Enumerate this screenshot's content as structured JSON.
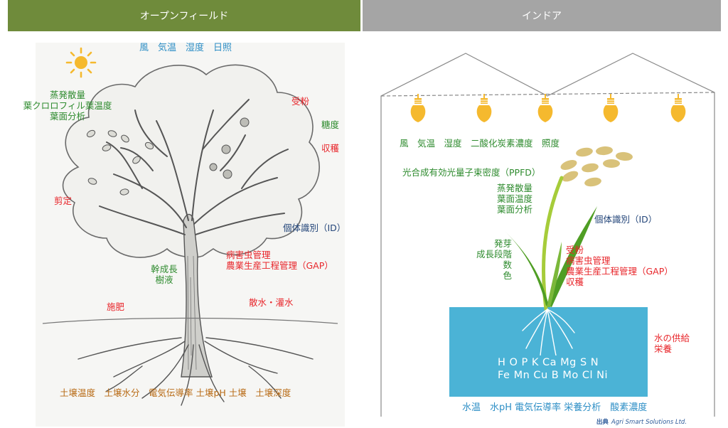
{
  "headers": {
    "outdoor": "オープンフィールド",
    "indoor": "インドア"
  },
  "outdoor": {
    "weather": "風　気温　湿度　日照",
    "leaf": [
      "蒸発散量",
      "葉クロロフィル葉温度",
      "葉面分析"
    ],
    "pollination": "受粉",
    "sugar": "糖度",
    "harvest": "収穫",
    "pruning": "剪定",
    "individual_id": "個体識別（ID）",
    "pest": [
      "病害虫管理",
      "農業生産工程管理（GAP）"
    ],
    "trunk": [
      "幹成長",
      "樹液"
    ],
    "fertilizer": "施肥",
    "irrigation": "散水・灌水",
    "soil": "土壌温度　土壌水分　電気伝導率 土壌pH 土壌　土壌深度"
  },
  "indoor": {
    "climate": "風　気温　湿度　二酸化炭素濃度　照度",
    "ppfd": "光合成有効光量子束密度（PPFD）",
    "leaf": [
      "蒸発散量",
      "葉面温度",
      "葉面分析"
    ],
    "individual_id": "個体識別（ID）",
    "growth": [
      "発芽",
      "成長段階",
      "数",
      "色"
    ],
    "management": [
      "受粉",
      "病害虫管理",
      "農業生産工程管理（GAP）",
      "収穫"
    ],
    "water_supply": [
      "水の供給",
      "栄養"
    ],
    "nutrients_line1": "H O P K Ca Mg S N",
    "nutrients_line2": "Fe Mn Cu B Mo Cl Ni",
    "water_metrics": "水温　水pH 電気伝導率 栄養分析　酸素濃度"
  },
  "source": {
    "label": "出典",
    "value": "Agri Smart Solutions Ltd."
  },
  "colors": {
    "outdoor_header": "#6f8b3b",
    "indoor_header": "#a5a5a5",
    "water": "#4bb3d6",
    "bulb": "#f5b92e",
    "sun": "#f5b92e"
  },
  "icons": [
    "sun-icon",
    "light-bulb-icon",
    "tree-illustration",
    "rice-plant-illustration"
  ]
}
